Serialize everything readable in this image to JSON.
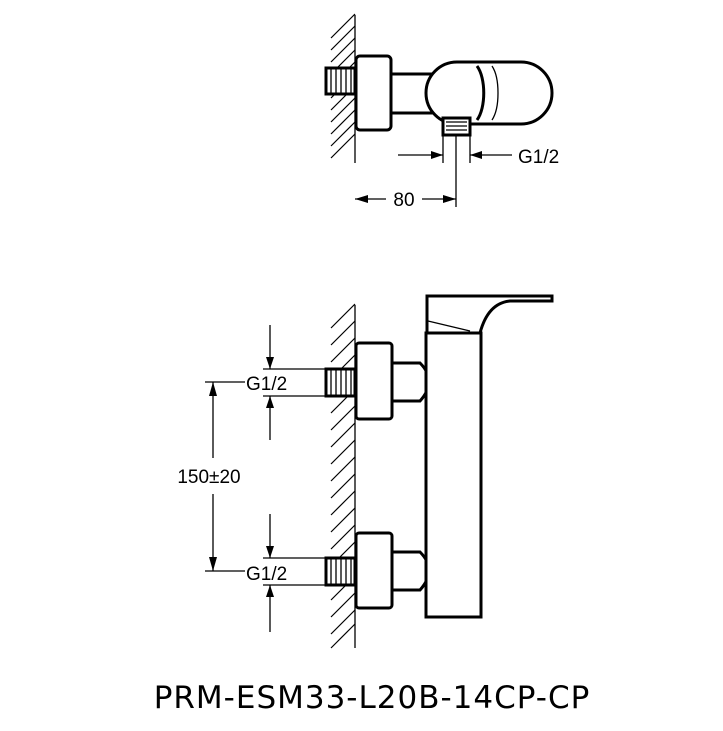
{
  "top_view": {
    "outlet_thread_label": "G1/2",
    "wall_offset_label": "80"
  },
  "front_view": {
    "upper_inlet_label": "G1/2",
    "lower_inlet_label": "G1/2",
    "inlet_spacing_label": "150±20"
  },
  "model_number": "PRM-ESM33-L20B-14CP-CP"
}
